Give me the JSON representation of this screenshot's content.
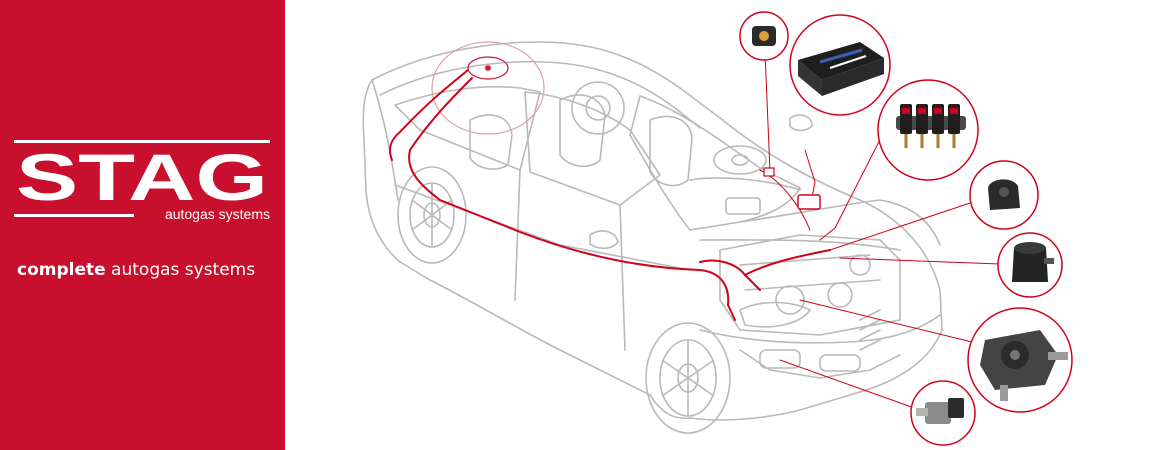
{
  "brand": {
    "logo_text": "STAG",
    "logo_subtitle": "autogas systems",
    "tagline_bold": "complete",
    "tagline_rest": " autogas systems"
  },
  "colors": {
    "brand_red": "#c8102e",
    "line_red": "#d0021b",
    "outline_grey": "#b9b9b9",
    "background": "#ffffff"
  },
  "illustration": {
    "subject": "car-cutaway-with-autogas-components",
    "components": [
      "gas-level-indicator-icon",
      "ecu-controller-icon",
      "injector-rail-icon",
      "map-sensor-icon",
      "gas-filter-icon",
      "reducer-vaporizer-icon",
      "solenoid-valve-icon"
    ]
  }
}
